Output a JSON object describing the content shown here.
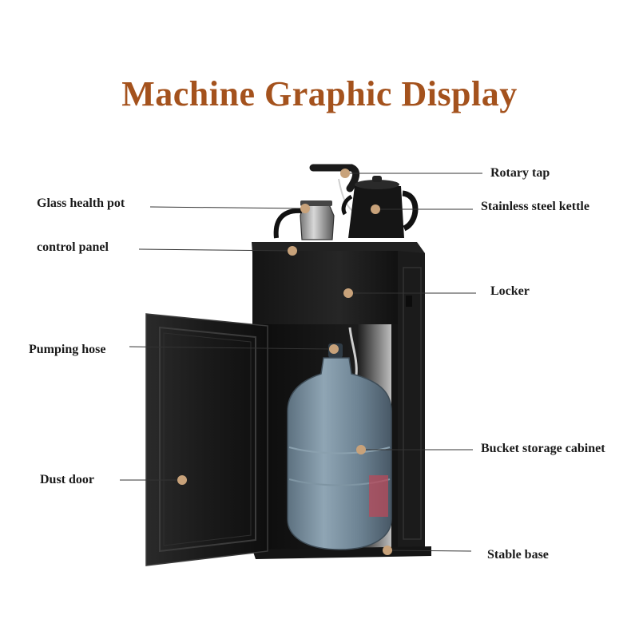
{
  "title": "Machine Graphic Display",
  "colors": {
    "title": "#a4521d",
    "dot": "#c8a27a",
    "cabinet": "#1c1c1c",
    "bottle": "#6f8597"
  },
  "labels": {
    "rotary_tap": "Rotary tap",
    "glass_health_pot": "Glass health pot",
    "stainless_steel_kettle": "Stainless steel kettle",
    "control_panel": "control panel",
    "locker": "Locker",
    "pumping_hose": "Pumping hose",
    "bucket_storage_cabinet": "Bucket storage cabinet",
    "dust_door": "Dust door",
    "stable_base": "Stable base"
  }
}
